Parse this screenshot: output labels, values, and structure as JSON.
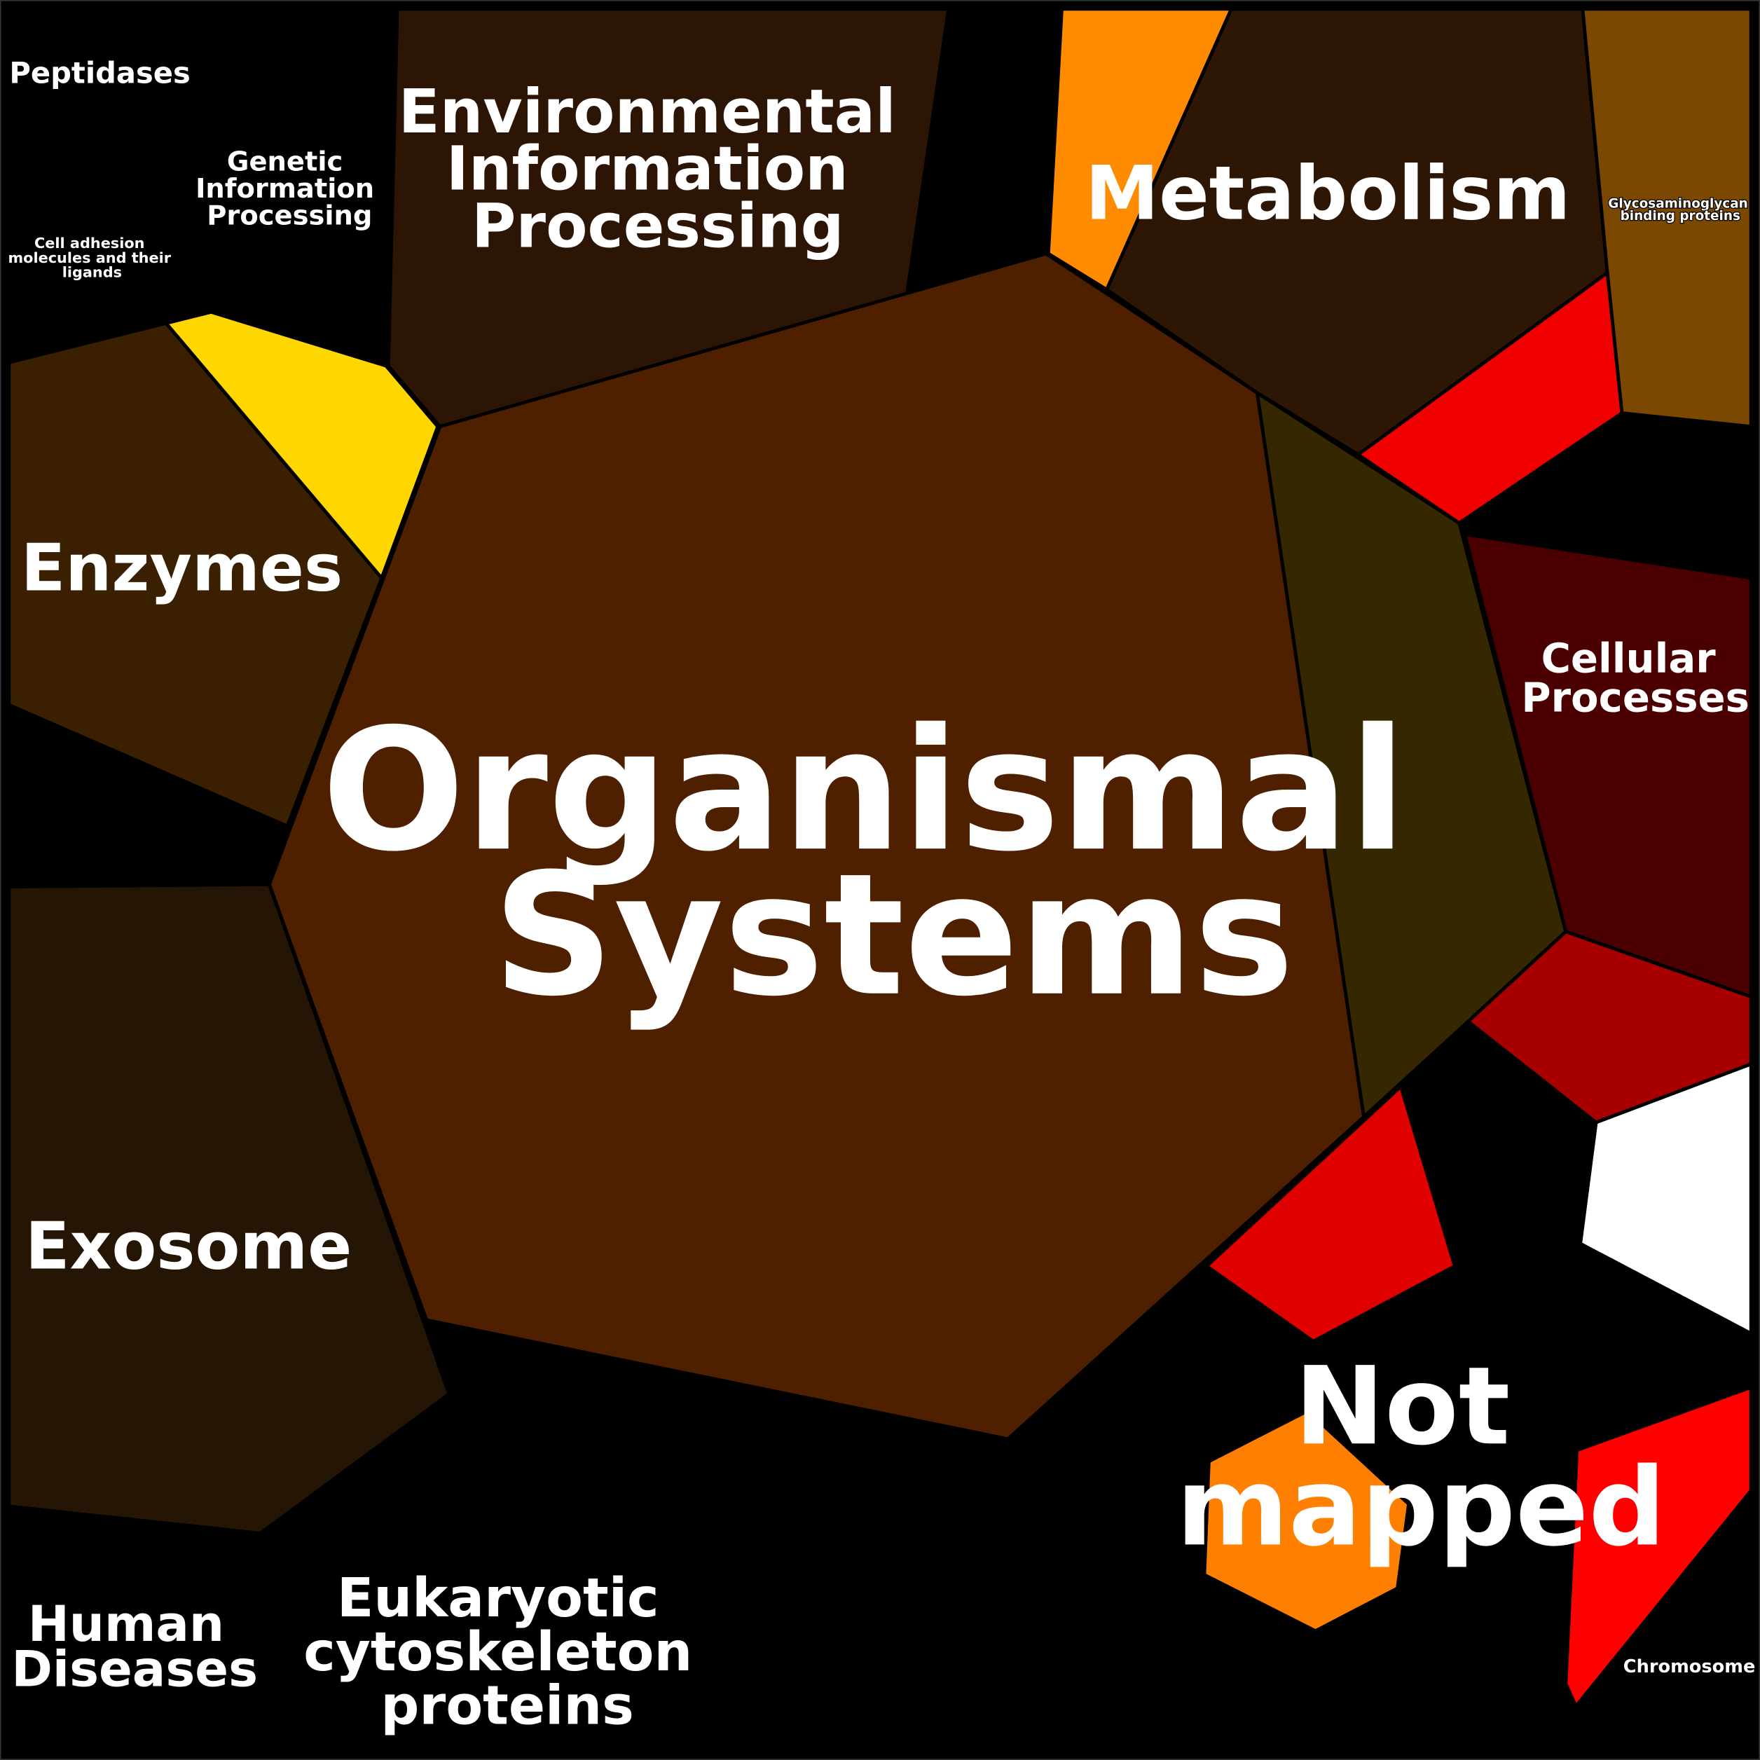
{
  "title": "Voronoi treemap of functional categories",
  "colors": {
    "background": "#000000",
    "organismal": "#4e2000",
    "environmental": "#2d1505",
    "metabolism": "#2e1604",
    "glycosaminoglycan": "#7a4800",
    "enzymes": "#3a2000",
    "exosome": "#251505",
    "cellular": "#4a0000",
    "olive": "#352800",
    "yellow": "#ffd700",
    "orange": "#ff8c00",
    "orange2": "#ff8000",
    "red": "#f00000",
    "red2": "#e00000",
    "red3": "#ff0000",
    "darkred": "#a80000",
    "white": "#ffffff"
  },
  "labels": {
    "organismal": [
      "Organismal",
      "Systems"
    ],
    "environmental": [
      "Environmental",
      "Information",
      "Processing"
    ],
    "metabolism": [
      "Metabolism"
    ],
    "glycosaminoglycan": [
      "Glycosaminoglycan",
      "binding proteins"
    ],
    "peptidases": [
      "Peptidases"
    ],
    "genetic": [
      "Genetic",
      "Information",
      "Processing"
    ],
    "cell_adhesion": [
      "Cell adhesion",
      "molecules and their",
      "ligands"
    ],
    "enzymes": [
      "Enzymes"
    ],
    "cellular": [
      "Cellular",
      "Processes"
    ],
    "exosome": [
      "Exosome"
    ],
    "human_diseases": [
      "Human",
      "Diseases"
    ],
    "cytoskeleton": [
      "Eukaryotic",
      "cytoskeleton",
      "proteins"
    ],
    "not_mapped": [
      "Not",
      "mapped"
    ],
    "chromosome": [
      "Chromosome"
    ]
  }
}
